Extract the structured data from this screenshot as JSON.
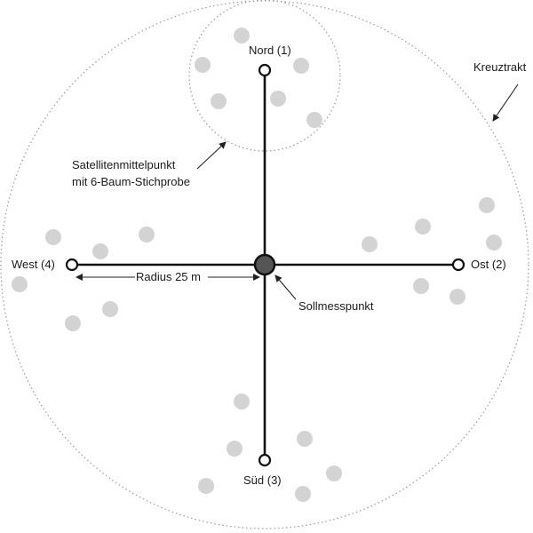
{
  "labels": {
    "cross_tract": "Kreuztrakt",
    "satellite_line1": "Satellitenmittelpunkt",
    "satellite_line2": "mit 6-Baum-Stichprobe",
    "north": "Nord (1)",
    "east": "Ost (2)",
    "south": "Süd (3)",
    "west": "West (4)",
    "radius": "Radius 25 m",
    "target_point": "Sollmesspunkt"
  },
  "colors": {
    "tree": "#d3d3d3",
    "line": "#111111",
    "center_fill": "#555555",
    "dotted_circle": "#9a9a9a"
  }
}
